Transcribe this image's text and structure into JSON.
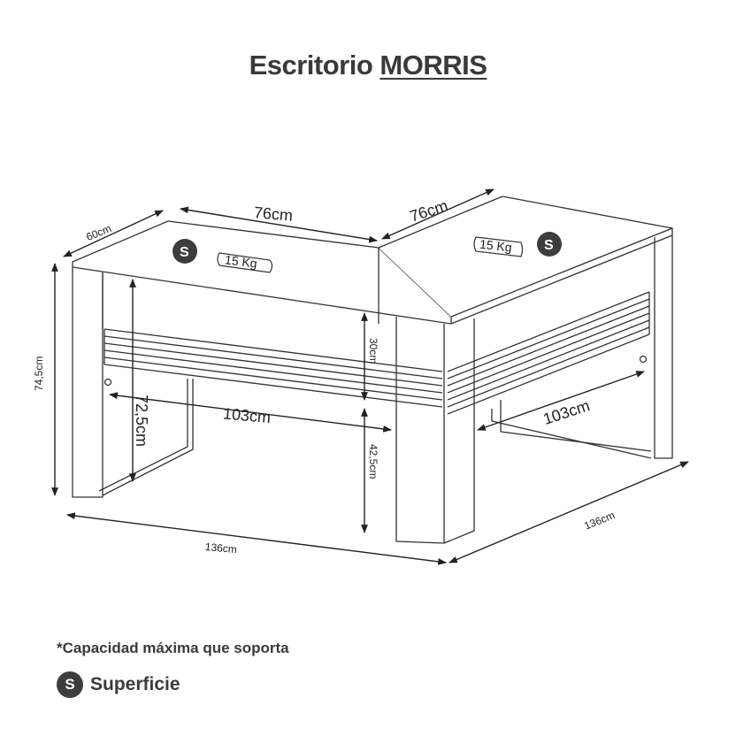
{
  "title": {
    "prefix": "Escritorio",
    "model": "MORRIS"
  },
  "dimensions": {
    "depth": "60cm",
    "top_left_width": "76cm",
    "top_right_width": "76cm",
    "total_height": "74,5cm",
    "inner_height": "72,5cm",
    "drawer_height": "30cm",
    "leg_height": "42,5cm",
    "inner_width_left": "103cm",
    "inner_width_right": "103cm",
    "base_left": "136cm",
    "base_right": "136cm"
  },
  "badges": {
    "surface_symbol": "S",
    "load_left": "15 Kg",
    "load_right": "15 Kg"
  },
  "footnote": "*Capacidad máxima que soporta",
  "legend": {
    "symbol": "S",
    "label": "Superficie"
  },
  "colors": {
    "text": "#3a3a3a",
    "line": "#333333",
    "badge": "#3d3d3d"
  }
}
